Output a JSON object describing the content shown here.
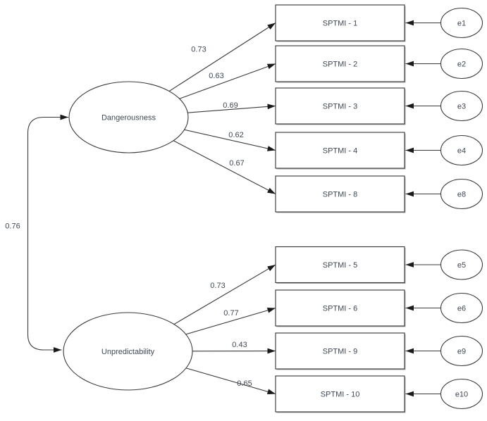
{
  "model": {
    "factors": [
      {
        "name": "Dangerousness",
        "indicators": [
          {
            "label": "SPTMI - 1",
            "loading": "0.73",
            "error": "e1"
          },
          {
            "label": "SPTMI - 2",
            "loading": "0.63",
            "error": "e2"
          },
          {
            "label": "SPTMI - 3",
            "loading": "0.69",
            "error": "e3"
          },
          {
            "label": "SPTMI - 4",
            "loading": "0.62",
            "error": "e4"
          },
          {
            "label": "SPTMI - 8",
            "loading": "0.67",
            "error": "e8"
          }
        ]
      },
      {
        "name": "Unpredictability",
        "indicators": [
          {
            "label": "SPTMI - 5",
            "loading": "0.73",
            "error": "e5"
          },
          {
            "label": "SPTMI - 6",
            "loading": "0.77",
            "error": "e6"
          },
          {
            "label": "SPTMI - 9",
            "loading": "0.43",
            "error": "e9"
          },
          {
            "label": "SPTMI - 10",
            "loading": "0.65",
            "error": "e10"
          }
        ]
      }
    ],
    "covariance": {
      "value": "0.76"
    },
    "colors": {
      "line": "#3a3a3a",
      "text": "#3f4853",
      "rect_shadow": "#b0b0b0",
      "background": "#ffffff"
    }
  }
}
